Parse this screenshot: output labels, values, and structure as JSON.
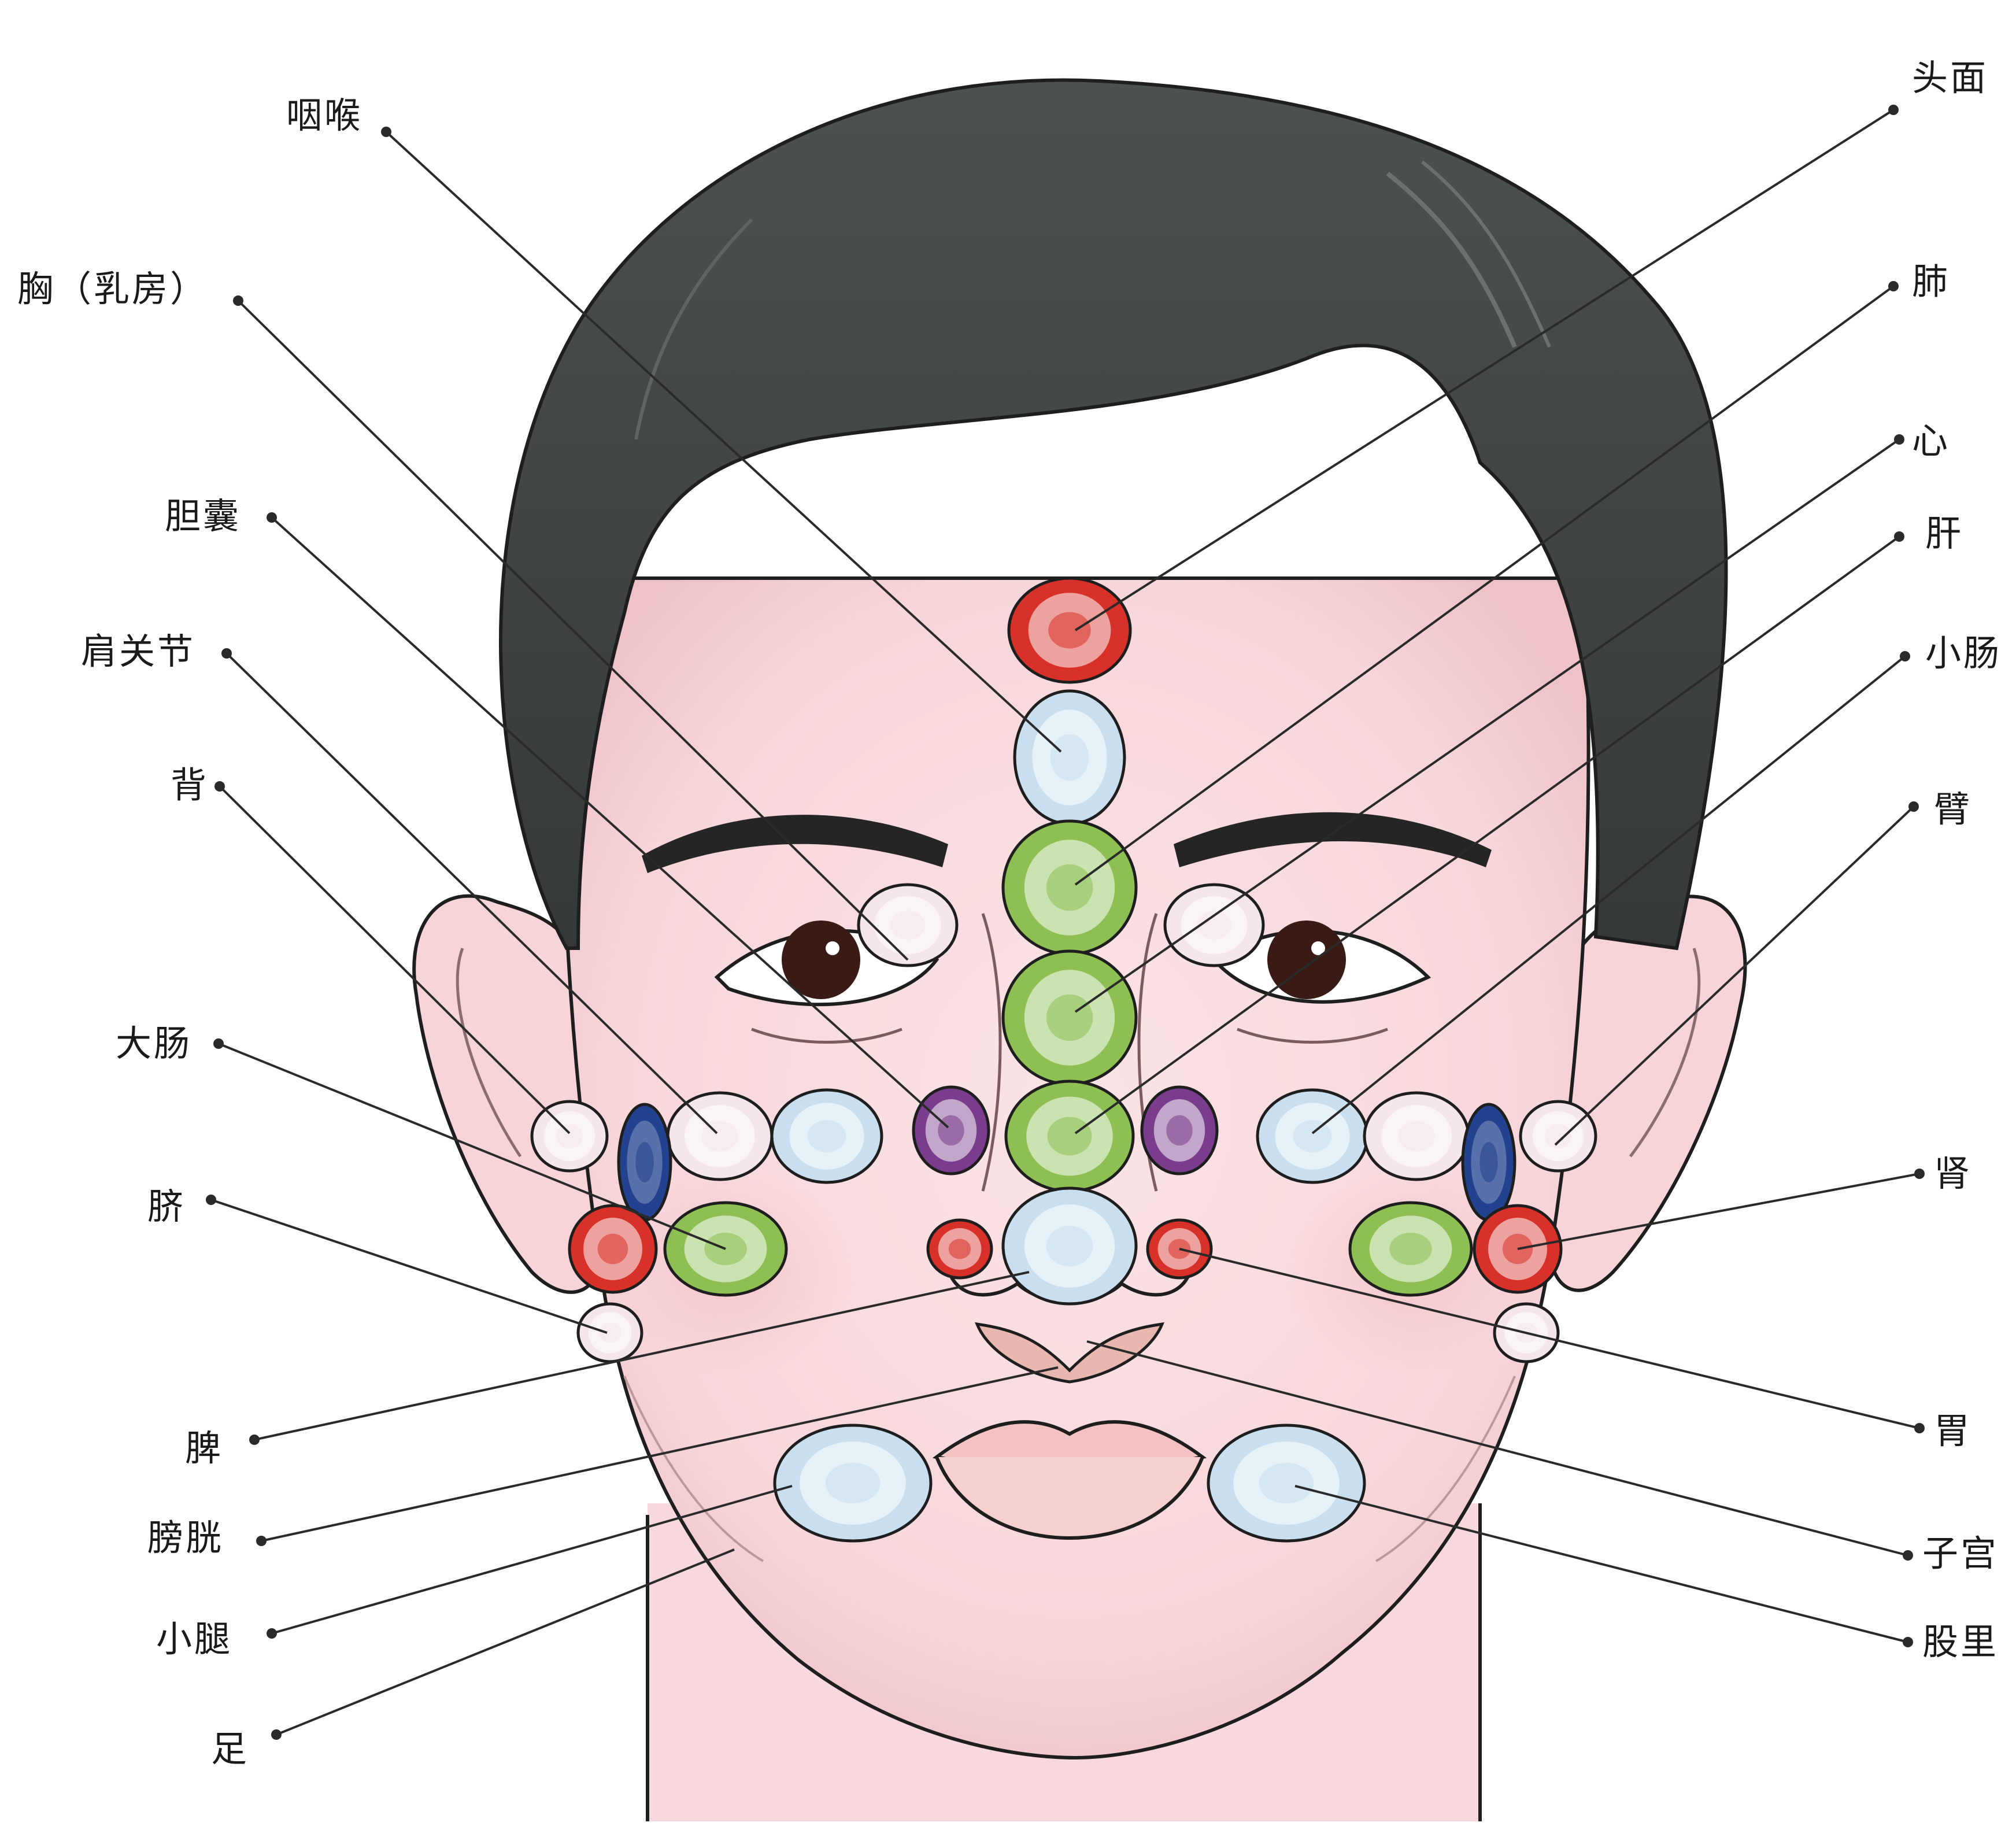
{
  "labels_left": {
    "yanhou": "咽喉",
    "xiong": "胸（乳房）",
    "dannang": "胆囊",
    "jianguanjie": "肩关节",
    "bei": "背",
    "dachang": "大肠",
    "qi": "脐",
    "pi": "脾",
    "pangguang": "膀胱",
    "xiaotui": "小腿",
    "zu": "足"
  },
  "labels_right": {
    "toumian": "头面",
    "fei": "肺",
    "xin": "心",
    "gan": "肝",
    "xiaochang": "小肠",
    "bi": "臂",
    "shen": "肾",
    "wei": "胃",
    "zigong": "子宫",
    "guli": "股里"
  },
  "colors": {
    "skin": "#f9dde0",
    "skin_shadow": "#f3c8cc",
    "hair": "#3f4444",
    "hair_light": "#5a5f5f",
    "outline": "#1e1e1e",
    "red_zone": "#d8312a",
    "green_zone": "#8dbf52",
    "blue_zone": "#c9dff0",
    "purple_zone": "#7a3c8c",
    "navy_zone": "#22428f",
    "leader_line": "#2a2a2a"
  },
  "zone_icons": [
    "face-icon",
    "throat-icon",
    "lungs-icon",
    "heart-icon",
    "liver-icon",
    "uterus-icon",
    "breast-icon",
    "gallbladder-icon",
    "intestine-icon",
    "shoulder-icon",
    "back-icon",
    "arm-icon",
    "kidney-icon",
    "colon-icon",
    "navel-icon",
    "stomach-icon",
    "leg-icon",
    "bladder-icon",
    "foot-icon"
  ]
}
